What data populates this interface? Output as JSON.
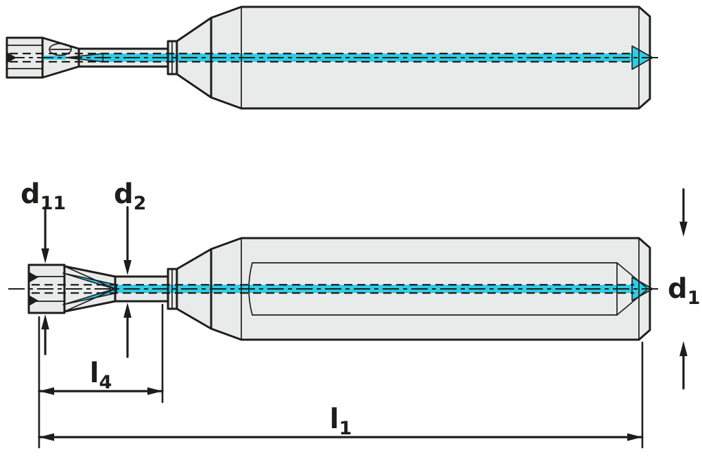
{
  "page": {
    "background": "#ffffff"
  },
  "colors": {
    "line": "#1d1d1b",
    "fill": "#e9eaea",
    "cyan": "#2ecde6",
    "bg": "#ffffff"
  },
  "labels": {
    "d11": {
      "main": "d",
      "sub": "11"
    },
    "d2": {
      "main": "d",
      "sub": "2"
    },
    "d1": {
      "main": "d",
      "sub": "1"
    },
    "l4": {
      "main": "l",
      "sub": "4"
    },
    "l1": {
      "main": "l",
      "sub": "1"
    }
  }
}
